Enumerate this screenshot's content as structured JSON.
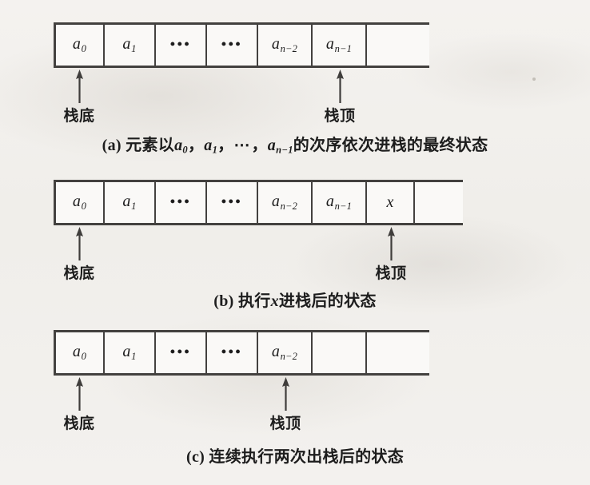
{
  "figure": {
    "kind": "stack-state-diagram",
    "ink_color": "#43413f",
    "paper_color": "#f2f0ed",
    "diagrams": [
      {
        "id": "a",
        "caption_prefix": "(a)",
        "caption_text": "(a) 元素以a0, a1, ⋯, an−1的次序依次进栈的最终状态",
        "caption_parts": {
          "label": "(a)",
          "t1": "元素以",
          "v1": "a",
          "v1sub": "0",
          "sep1": "，",
          "v2": "a",
          "v2sub": "1",
          "sep2": "，",
          "ell": "⋯",
          "sep3": "，",
          "v3": "a",
          "v3sub": "n−1",
          "t2": "的次序依次进栈的最终状态"
        },
        "cells": [
          {
            "type": "var",
            "base": "a",
            "sub": "0"
          },
          {
            "type": "var",
            "base": "a",
            "sub": "1"
          },
          {
            "type": "ellipsis",
            "text": "•••"
          },
          {
            "type": "ellipsis",
            "text": "•••"
          },
          {
            "type": "var",
            "base": "a",
            "sub": "n−2"
          },
          {
            "type": "var",
            "base": "a",
            "sub": "n−1"
          },
          {
            "type": "empty",
            "text": ""
          }
        ],
        "pointers": [
          {
            "label": "栈底",
            "cell_index": 0
          },
          {
            "label": "栈顶",
            "cell_index": 5
          }
        ]
      },
      {
        "id": "b",
        "caption_prefix": "(b)",
        "caption_text": "(b) 执行x进栈后的状态",
        "caption_parts": {
          "label": "(b)",
          "t1": "执行",
          "v1": "x",
          "v1sub": "",
          "t2": "进栈后的状态"
        },
        "cells": [
          {
            "type": "var",
            "base": "a",
            "sub": "0"
          },
          {
            "type": "var",
            "base": "a",
            "sub": "1"
          },
          {
            "type": "ellipsis",
            "text": "•••"
          },
          {
            "type": "ellipsis",
            "text": "•••"
          },
          {
            "type": "var",
            "base": "a",
            "sub": "n−2"
          },
          {
            "type": "var",
            "base": "a",
            "sub": "n−1"
          },
          {
            "type": "var",
            "base": "x",
            "sub": ""
          },
          {
            "type": "empty",
            "text": ""
          }
        ],
        "pointers": [
          {
            "label": "栈底",
            "cell_index": 0
          },
          {
            "label": "栈顶",
            "cell_index": 6
          }
        ]
      },
      {
        "id": "c",
        "caption_prefix": "(c)",
        "caption_text": "(c) 连续执行两次出栈后的状态",
        "caption_parts": {
          "label": "(c)",
          "t1": "连续执行两次出栈后的状态",
          "v1": "",
          "v1sub": "",
          "t2": ""
        },
        "cells": [
          {
            "type": "var",
            "base": "a",
            "sub": "0"
          },
          {
            "type": "var",
            "base": "a",
            "sub": "1"
          },
          {
            "type": "ellipsis",
            "text": "•••"
          },
          {
            "type": "ellipsis",
            "text": "•••"
          },
          {
            "type": "var",
            "base": "a",
            "sub": "n−2"
          },
          {
            "type": "empty",
            "text": ""
          },
          {
            "type": "empty",
            "text": ""
          }
        ],
        "pointers": [
          {
            "label": "栈底",
            "cell_index": 0
          },
          {
            "label": "栈顶",
            "cell_index": 4
          }
        ]
      }
    ]
  }
}
